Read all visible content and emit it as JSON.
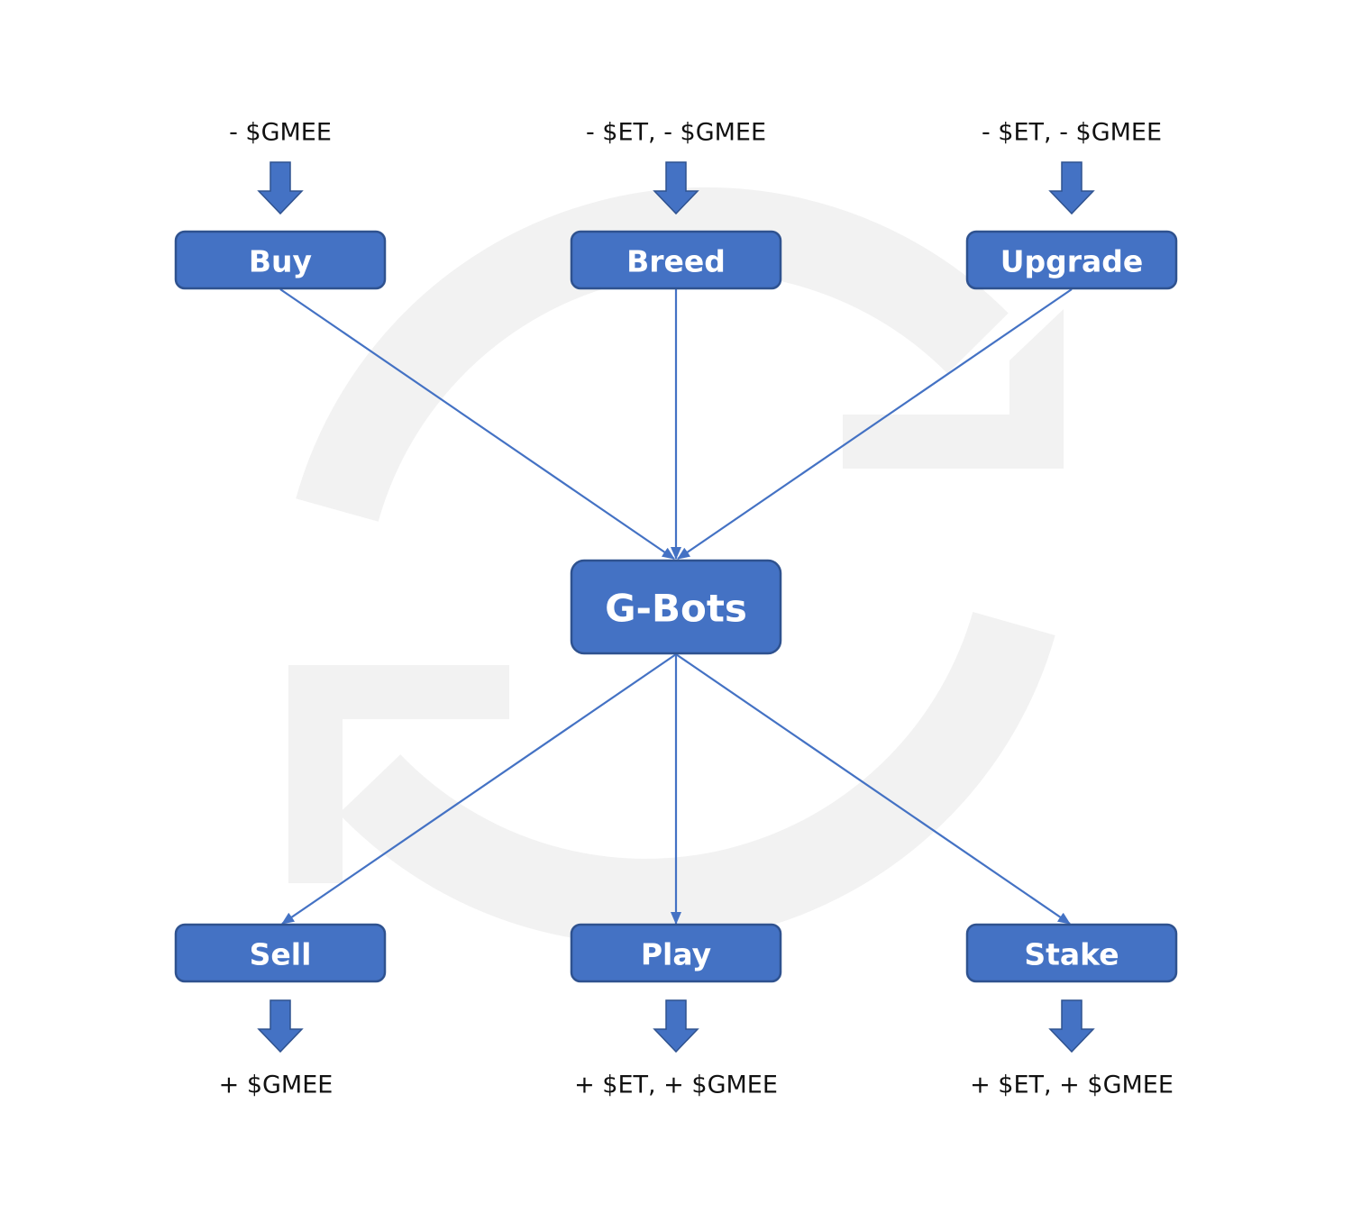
{
  "inputs": [
    {
      "node": "Buy",
      "token_change": "- $GMEE"
    },
    {
      "node": "Breed",
      "token_change": "- $ET, - $GMEE"
    },
    {
      "node": "Upgrade",
      "token_change": "- $ET, - $GMEE"
    }
  ],
  "center": {
    "node": "G-Bots"
  },
  "outputs": [
    {
      "node": "Sell",
      "token_change": "+ $GMEE"
    },
    {
      "node": "Play",
      "token_change": "+ $ET, + $GMEE"
    },
    {
      "node": "Stake",
      "token_change": "+ $ET, + $GMEE"
    }
  ],
  "edges": [
    {
      "from": "Buy",
      "to": "G-Bots"
    },
    {
      "from": "Breed",
      "to": "G-Bots"
    },
    {
      "from": "Upgrade",
      "to": "G-Bots"
    },
    {
      "from": "G-Bots",
      "to": "Sell"
    },
    {
      "from": "G-Bots",
      "to": "Play"
    },
    {
      "from": "G-Bots",
      "to": "Stake"
    }
  ],
  "colors": {
    "node_fill": "#4472c4",
    "node_border": "#2f528f",
    "node_text": "#ffffff",
    "token_text": "#111111",
    "background_cycle": "#f2f2f2"
  },
  "icons": {
    "background": "refresh-cycle-icon",
    "token_flow": "down-block-arrow-icon"
  }
}
